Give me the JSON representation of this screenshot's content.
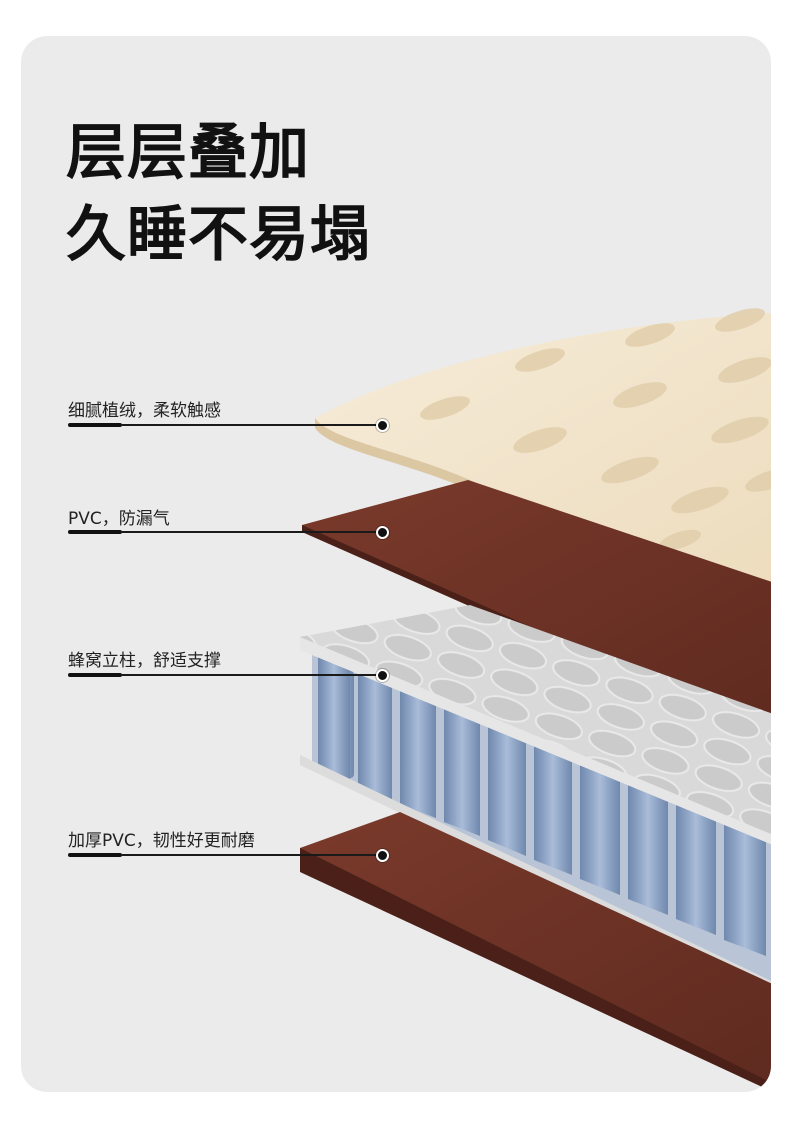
{
  "headline": {
    "line1": "层层叠加",
    "line2": "久睡不易塌"
  },
  "layers": [
    {
      "label": "细腻植绒，柔软触感"
    },
    {
      "label": "PVC，防漏气"
    },
    {
      "label": "蜂窝立柱，舒适支撑"
    },
    {
      "label": "加厚PVC，韧性好更耐磨"
    }
  ],
  "colors": {
    "card_background": "#ebebeb",
    "flocked_top": "#f3e6cf",
    "pvc_layer": "#6e3426",
    "coil_fabric": "#d6d6d6",
    "coils": "#8fa6c8"
  }
}
